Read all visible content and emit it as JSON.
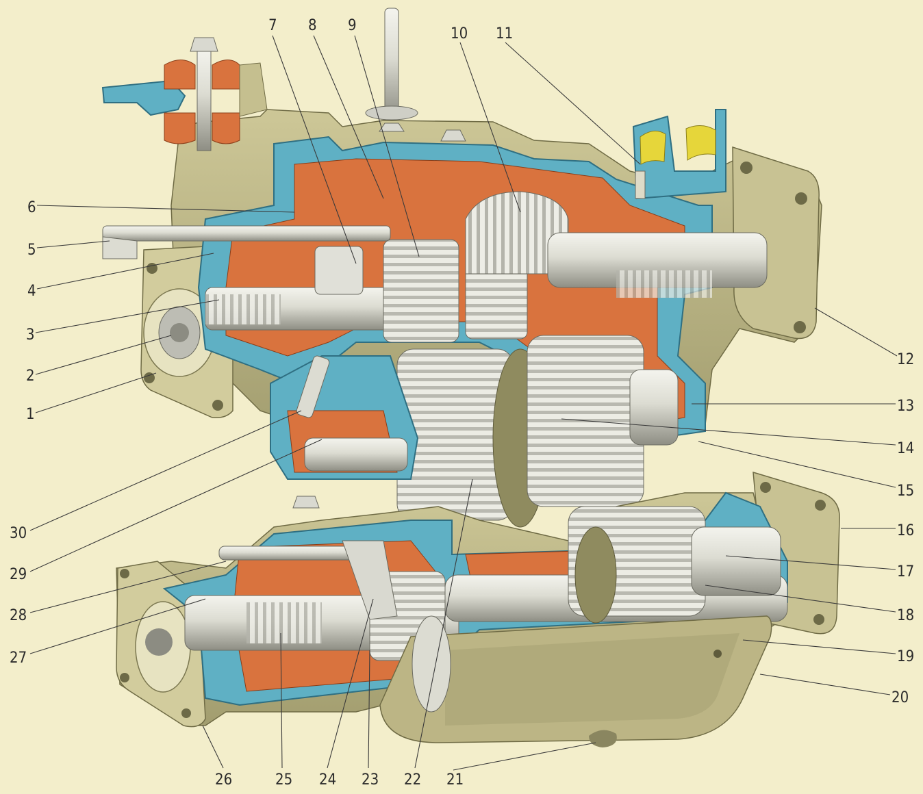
{
  "colors": {
    "background": "#f3eecb",
    "housing": "#bdb787",
    "housing_dark": "#8f8a5e",
    "section_cut": "#5fb0c4",
    "section_edge": "#2f6f82",
    "inner_cavity": "#d9733e",
    "gear_metal": "#e4e4dc",
    "gear_shadow": "#9a9a90",
    "brass": "#e6d63a",
    "label": "#2b2b2b"
  },
  "parts": {
    "upper_housing": "upper-transfer-case-housing",
    "lower_housing": "lower-transfer-case-housing",
    "oil_pan": "oil-pan-cover",
    "input_shaft": "input-shaft",
    "intermediate_shaft": "intermediate-gear-block",
    "front_output_shaft": "front-output-shaft",
    "rear_output_shaft": "rear-output-shaft",
    "shift_fork": "shift-fork",
    "mounting_bracket": "mounting-bracket-with-rubber-pads",
    "stud": "top-stud"
  },
  "callouts": [
    {
      "id": "1",
      "text": "1"
    },
    {
      "id": "2",
      "text": "2"
    },
    {
      "id": "3",
      "text": "3"
    },
    {
      "id": "4",
      "text": "4"
    },
    {
      "id": "5",
      "text": "5"
    },
    {
      "id": "6",
      "text": "6"
    },
    {
      "id": "7",
      "text": "7"
    },
    {
      "id": "8",
      "text": "8"
    },
    {
      "id": "9",
      "text": "9"
    },
    {
      "id": "10",
      "text": "10"
    },
    {
      "id": "11",
      "text": "11"
    },
    {
      "id": "12",
      "text": "12"
    },
    {
      "id": "13",
      "text": "13"
    },
    {
      "id": "14",
      "text": "14"
    },
    {
      "id": "15",
      "text": "15"
    },
    {
      "id": "16",
      "text": "16"
    },
    {
      "id": "17",
      "text": "17"
    },
    {
      "id": "18",
      "text": "18"
    },
    {
      "id": "19",
      "text": "19"
    },
    {
      "id": "20",
      "text": "20"
    },
    {
      "id": "21",
      "text": "21"
    },
    {
      "id": "22",
      "text": "22"
    },
    {
      "id": "23",
      "text": "23"
    },
    {
      "id": "24",
      "text": "24"
    },
    {
      "id": "25",
      "text": "25"
    },
    {
      "id": "26",
      "text": "26"
    },
    {
      "id": "27",
      "text": "27"
    },
    {
      "id": "28",
      "text": "28"
    },
    {
      "id": "29",
      "text": "29"
    },
    {
      "id": "30",
      "text": "30"
    }
  ]
}
